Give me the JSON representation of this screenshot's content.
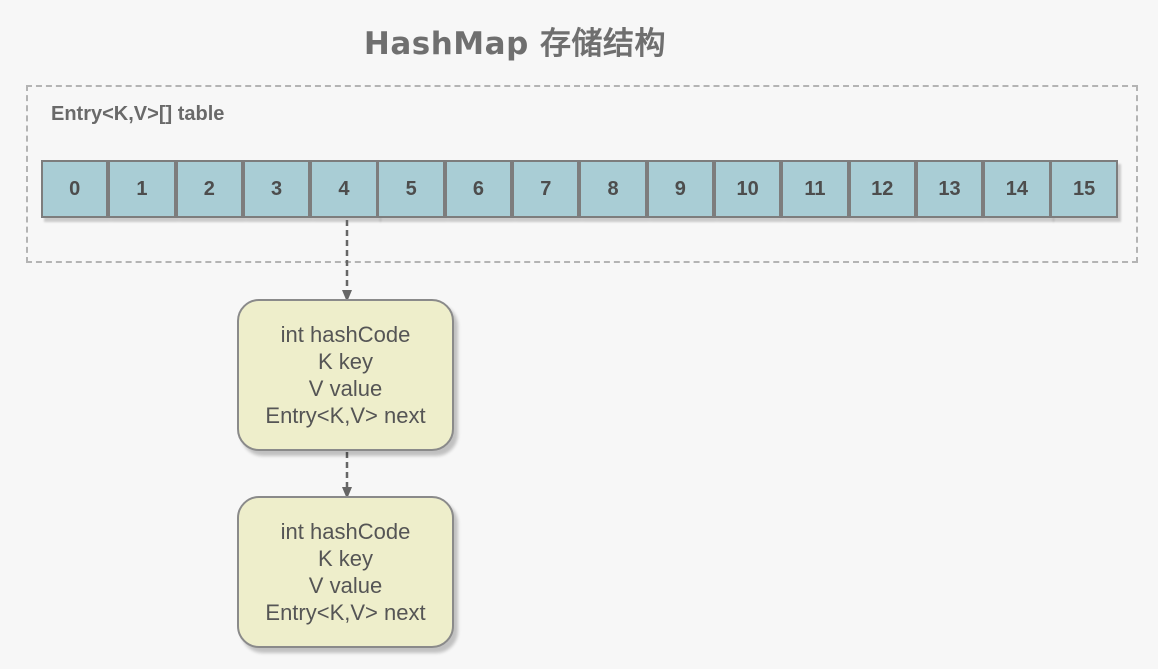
{
  "title": "HashMap 存储结构",
  "table": {
    "label": "Entry<K,V>[] table",
    "indices": [
      "0",
      "1",
      "2",
      "3",
      "4",
      "5",
      "6",
      "7",
      "8",
      "9",
      "10",
      "11",
      "12",
      "13",
      "14",
      "15"
    ]
  },
  "entries": [
    {
      "fields": [
        "int hashCode",
        "K key",
        "V value",
        "Entry<K,V> next"
      ]
    },
    {
      "fields": [
        "int hashCode",
        "K key",
        "V value",
        "Entry<K,V> next"
      ]
    }
  ],
  "colors": {
    "cell_fill": "#a9cdd5",
    "entry_fill": "#eeeecb",
    "border": "#7d7d7d",
    "text": "#555555"
  }
}
